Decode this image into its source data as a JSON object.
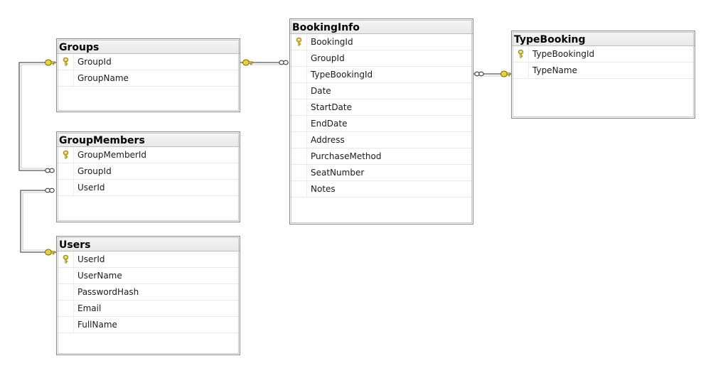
{
  "tables": {
    "groups": {
      "name": "Groups",
      "columns": [
        {
          "name": "GroupId",
          "primary_key": true
        },
        {
          "name": "GroupName",
          "primary_key": false
        }
      ]
    },
    "group_members": {
      "name": "GroupMembers",
      "columns": [
        {
          "name": "GroupMemberId",
          "primary_key": true
        },
        {
          "name": "GroupId",
          "primary_key": false
        },
        {
          "name": "UserId",
          "primary_key": false
        }
      ]
    },
    "users": {
      "name": "Users",
      "columns": [
        {
          "name": "UserId",
          "primary_key": true
        },
        {
          "name": "UserName",
          "primary_key": false
        },
        {
          "name": "PasswordHash",
          "primary_key": false
        },
        {
          "name": "Email",
          "primary_key": false
        },
        {
          "name": "FullName",
          "primary_key": false
        }
      ]
    },
    "booking_info": {
      "name": "BookingInfo",
      "columns": [
        {
          "name": "BookingId",
          "primary_key": true
        },
        {
          "name": "GroupId",
          "primary_key": false
        },
        {
          "name": "TypeBookingId",
          "primary_key": false
        },
        {
          "name": "Date",
          "primary_key": false
        },
        {
          "name": "StartDate",
          "primary_key": false
        },
        {
          "name": "EndDate",
          "primary_key": false
        },
        {
          "name": "Address",
          "primary_key": false
        },
        {
          "name": "PurchaseMethod",
          "primary_key": false
        },
        {
          "name": "SeatNumber",
          "primary_key": false
        },
        {
          "name": "Notes",
          "primary_key": false
        }
      ]
    },
    "type_booking": {
      "name": "TypeBooking",
      "columns": [
        {
          "name": "TypeBookingId",
          "primary_key": true
        },
        {
          "name": "TypeName",
          "primary_key": false
        }
      ]
    }
  },
  "relationships": [
    {
      "one": "Groups",
      "many": "GroupMembers"
    },
    {
      "one": "Users",
      "many": "GroupMembers"
    },
    {
      "one": "Groups",
      "many": "BookingInfo"
    },
    {
      "one": "TypeBooking",
      "many": "BookingInfo"
    }
  ],
  "colors": {
    "key_fill": "#e8d23a",
    "key_stroke": "#8a7a00",
    "connector": "#555555",
    "border": "#8a8a8a",
    "header_bg": "#ececec"
  }
}
